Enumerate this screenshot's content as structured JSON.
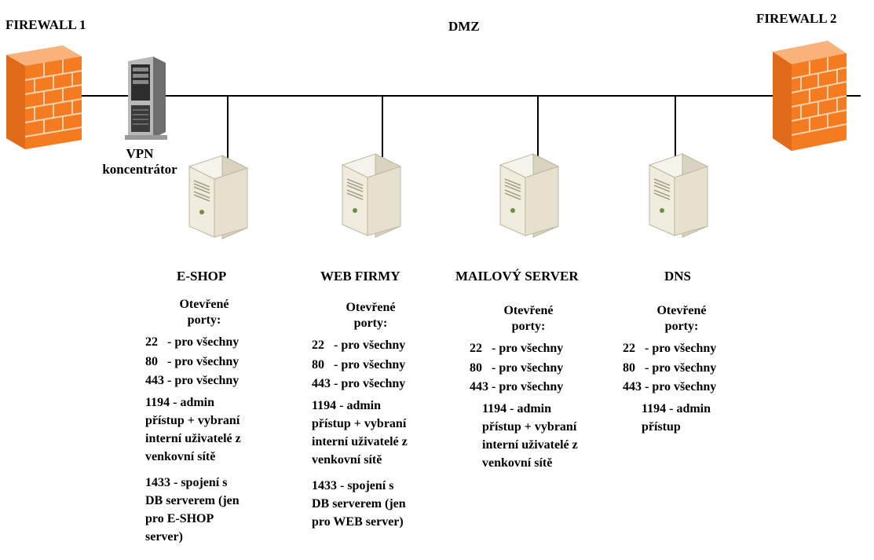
{
  "labels": {
    "firewall1": "FIREWALL 1",
    "firewall2": "FIREWALL 2",
    "dmz": "DMZ",
    "vpn_line1": "VPN",
    "vpn_line2": "koncentrátor"
  },
  "servers": [
    {
      "name": "E-SHOP",
      "open_ports_l1": "Otevřené",
      "open_ports_l2": "porty:",
      "p22": "22   - pro všechny",
      "p80": "80   - pro všechny",
      "p443": "443 - pro všechny",
      "p1194": [
        "1194 - admin",
        "přístup + vybraní",
        "interní uživatelé z",
        "venkovní sítě"
      ],
      "p1433": [
        "1433 - spojení s",
        "DB serverem (jen",
        "pro E-SHOP",
        "server)"
      ]
    },
    {
      "name": "WEB FIRMY",
      "open_ports_l1": "Otevřené",
      "open_ports_l2": "porty:",
      "p22": "22   - pro všechny",
      "p80": "80   - pro všechny",
      "p443": "443 - pro všechny",
      "p1194": [
        "1194 - admin",
        "přístup + vybraní",
        "interní uživatelé z",
        "venkovní sítě"
      ],
      "p1433": [
        "1433 - spojení s",
        "DB serverem (jen",
        "pro WEB server)"
      ]
    },
    {
      "name": "MAILOVÝ SERVER",
      "open_ports_l1": "Otevřené",
      "open_ports_l2": "porty:",
      "p22": "22   - pro všechny",
      "p80": "80   - pro všechny",
      "p443": "443 - pro všechny",
      "p1194": [
        "1194 - admin",
        "přístup + vybraní",
        "interní uživatelé z",
        "venkovní sítě"
      ]
    },
    {
      "name": "DNS",
      "open_ports_l1": "Otevřené",
      "open_ports_l2": "porty:",
      "p22": "22   - pro všechny",
      "p80": "80   - pro všechny",
      "p443": "443 - pro všechny",
      "p1194": [
        "1194 - admin",
        "přístup"
      ]
    }
  ],
  "colors": {
    "firewall_front": "#f47b20",
    "firewall_side": "#c95a12",
    "firewall_top": "#f9b27a",
    "brick_line": "#fbd3b0",
    "server_body": "#f1eee2",
    "server_side": "#d8d3bf",
    "line": "#000000"
  }
}
